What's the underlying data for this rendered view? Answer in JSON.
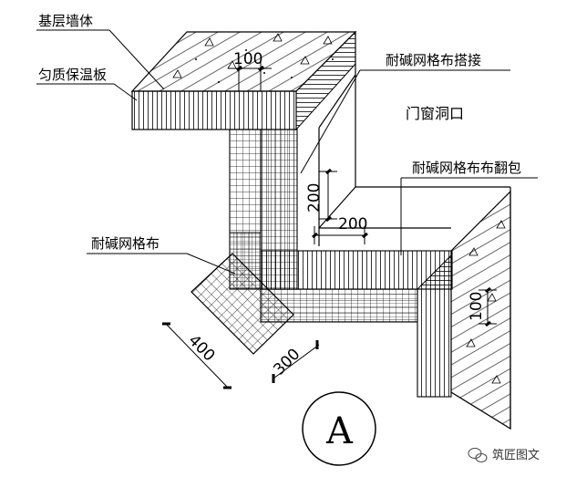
{
  "labels": {
    "base_wall": "基层墙体",
    "insulation_board": "匀质保温板",
    "mesh_overlap": "耐碱网格布搭接",
    "opening": "门窗洞口",
    "mesh_wrap": "耐碱网格布布翻包",
    "mesh": "耐碱网格布"
  },
  "dimensions": {
    "d100_top": "100",
    "d200_vertical": "200",
    "d200_horizontal": "200",
    "d100_right": "100",
    "d400": "400",
    "d300": "300"
  },
  "detail_mark": "A",
  "watermark": "筑匠图文",
  "colors": {
    "line": "#000000",
    "background": "#ffffff"
  }
}
